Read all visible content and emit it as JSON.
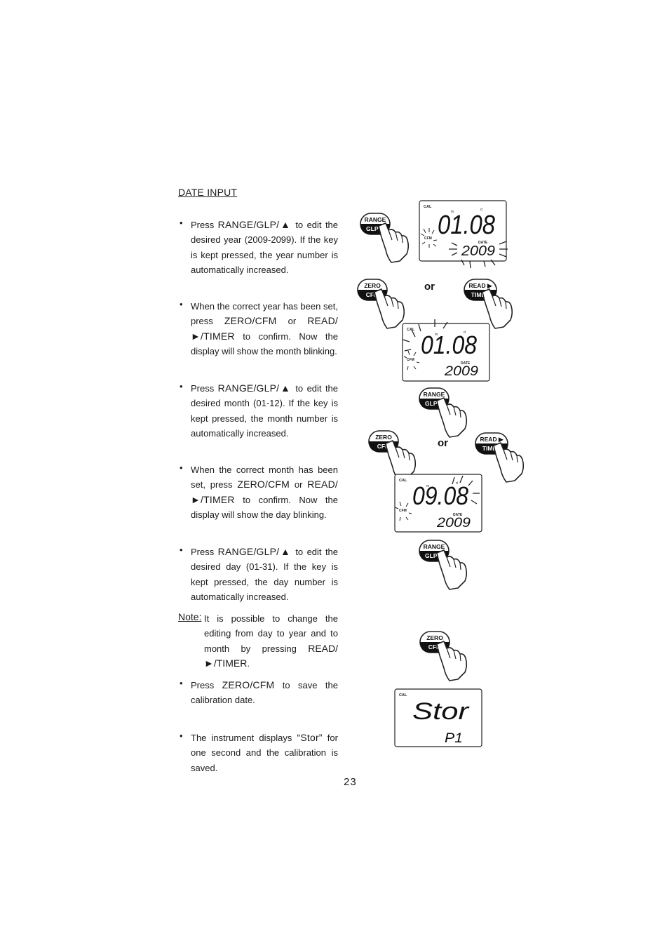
{
  "heading": "DATE INPUT",
  "paragraphs": [
    {
      "pre": "Press ",
      "key": "RANGE/GLP/▲",
      "post": " to edit the desired year (2009-2099). If the key is kept pressed, the year number is automatically increased."
    },
    {
      "pre": "When the correct year has been set, press ",
      "key": "ZERO/CFM",
      "mid": " or ",
      "key2": "READ/►/TIMER",
      "post": " to confirm. Now the display will show the month blinking."
    },
    {
      "pre": "Press ",
      "key": "RANGE/GLP/▲",
      "post": " to edit the desired month (01-12). If the key is kept pressed, the month number is automatically increased."
    },
    {
      "pre": "When the correct month has been set, press ",
      "key": "ZERO/CFM",
      "mid": " or ",
      "key2": "READ/►/TIMER",
      "post": " to confirm. Now the display will show the day blinking."
    },
    {
      "pre": "Press ",
      "key": "RANGE/GLP/▲",
      "post": " to edit the desired day (01-31). If the key is kept pressed, the day number is automatically increased."
    }
  ],
  "note": {
    "label": "Note",
    "text_pre": "It is possible to change the editing from day to year and to month by pressing ",
    "key": "READ/►/TIMER",
    "text_post": "."
  },
  "paragraphs2": [
    {
      "pre": "Press ",
      "key": "ZERO/CFM",
      "post": " to save the calibration date."
    },
    {
      "pre": "The instrument displays ",
      "key": "“Stor”",
      "post": " for one second and the calibration is saved."
    }
  ],
  "page_number": "23",
  "buttons": {
    "range": {
      "top": "RANGE",
      "bottom": "GLP▲"
    },
    "zero": {
      "top": "ZERO",
      "bottom": "CFM"
    },
    "read": {
      "top": "READ ▶",
      "bottom": "TIMER"
    }
  },
  "or_label": "or",
  "displays": [
    {
      "cal": "CAL",
      "cfm": "CFM",
      "date": "DATE",
      "main": "01.08",
      "year": "2009",
      "m": "m",
      "d": "d"
    },
    {
      "cal": "CAL",
      "cfm": "CFM",
      "date": "DATE",
      "main": "01.08",
      "year": "2009",
      "m": "m",
      "d": "d"
    },
    {
      "cal": "CAL",
      "cfm": "CFM",
      "date": "DATE",
      "main": "09.08",
      "year": "2009",
      "m": "m",
      "d": "d"
    },
    {
      "cal": "CAL",
      "main": "Stor",
      "sub": "P1"
    }
  ]
}
